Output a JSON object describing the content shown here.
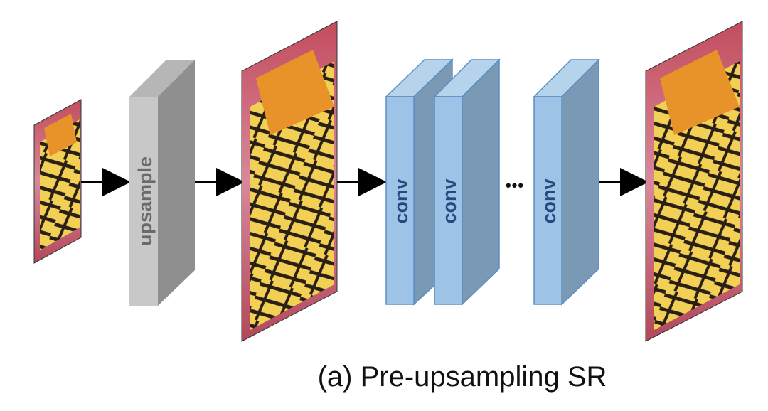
{
  "diagram": {
    "title": "Pre-upsampling SR",
    "caption": "(a) Pre-upsampling SR",
    "blocks": {
      "upsample": {
        "label": "upsample"
      },
      "conv_1": {
        "label": "conv"
      },
      "conv_2": {
        "label": "conv"
      },
      "conv_3": {
        "label": "conv"
      }
    },
    "ellipsis": "•••",
    "images": [
      {
        "role": "low-resolution input"
      },
      {
        "role": "upsampled intermediate"
      },
      {
        "role": "super-resolved output"
      }
    ]
  },
  "colors": {
    "upsample_front": "#c8c8c8",
    "upsample_side": "#8f8f8f",
    "upsample_top": "#b6b6b6",
    "upsample_text": "#6a6a6a",
    "conv_front": "#9dc3e6",
    "conv_side": "#7a99b5",
    "conv_top": "#b6d3ec",
    "conv_edge": "#5b8ec4",
    "conv_text": "#244a80",
    "arrow": "#000000"
  }
}
